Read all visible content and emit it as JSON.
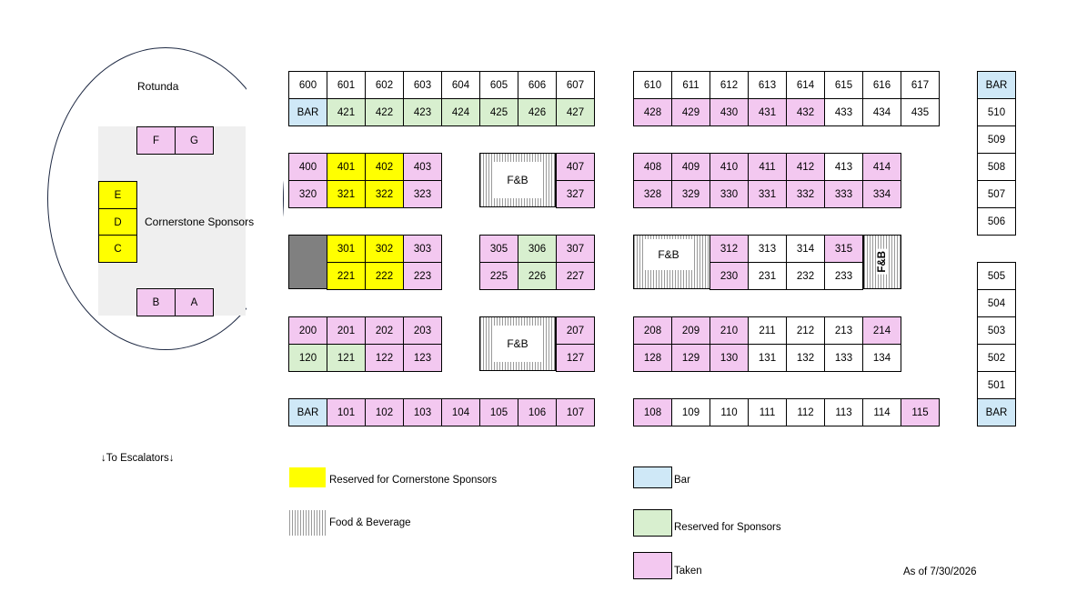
{
  "colors": {
    "taken": "#f3c8f0",
    "sponsor": "#d8efcf",
    "corner": "#ffff00",
    "bar": "#cfe8f7",
    "dark": "#808080"
  },
  "rotunda": {
    "title": "Rotunda",
    "zone_label": "Cornerstone Sponsors",
    "booths": [
      {
        "label": "F",
        "status": "taken"
      },
      {
        "label": "G",
        "status": "taken"
      },
      {
        "label": "E",
        "status": "corner"
      },
      {
        "label": "D",
        "status": "corner"
      },
      {
        "label": "C",
        "status": "corner"
      },
      {
        "label": "B",
        "status": "taken"
      },
      {
        "label": "A",
        "status": "taken"
      }
    ]
  },
  "booths": {
    "row600_left": [
      {
        "label": "600",
        "status": "none"
      },
      {
        "label": "601",
        "status": "none"
      },
      {
        "label": "602",
        "status": "none"
      },
      {
        "label": "603",
        "status": "none"
      },
      {
        "label": "604",
        "status": "none"
      },
      {
        "label": "605",
        "status": "none"
      },
      {
        "label": "606",
        "status": "none"
      },
      {
        "label": "607",
        "status": "none"
      }
    ],
    "row421": [
      {
        "label": "BAR",
        "status": "bar"
      },
      {
        "label": "421",
        "status": "sponsor"
      },
      {
        "label": "422",
        "status": "sponsor"
      },
      {
        "label": "423",
        "status": "sponsor"
      },
      {
        "label": "424",
        "status": "sponsor"
      },
      {
        "label": "425",
        "status": "sponsor"
      },
      {
        "label": "426",
        "status": "sponsor"
      },
      {
        "label": "427",
        "status": "sponsor"
      }
    ],
    "row610": [
      {
        "label": "610",
        "status": "none"
      },
      {
        "label": "611",
        "status": "none"
      },
      {
        "label": "612",
        "status": "none"
      },
      {
        "label": "613",
        "status": "none"
      },
      {
        "label": "614",
        "status": "none"
      },
      {
        "label": "615",
        "status": "none"
      },
      {
        "label": "616",
        "status": "none"
      },
      {
        "label": "617",
        "status": "none"
      }
    ],
    "row428": [
      {
        "label": "428",
        "status": "taken"
      },
      {
        "label": "429",
        "status": "taken"
      },
      {
        "label": "430",
        "status": "taken"
      },
      {
        "label": "431",
        "status": "taken"
      },
      {
        "label": "432",
        "status": "taken"
      },
      {
        "label": "433",
        "status": "none"
      },
      {
        "label": "434",
        "status": "none"
      },
      {
        "label": "435",
        "status": "none"
      }
    ],
    "row400": [
      {
        "label": "400",
        "status": "taken"
      },
      {
        "label": "401",
        "status": "corner"
      },
      {
        "label": "402",
        "status": "corner"
      },
      {
        "label": "403",
        "status": "taken"
      }
    ],
    "row320": [
      {
        "label": "320",
        "status": "taken"
      },
      {
        "label": "321",
        "status": "corner"
      },
      {
        "label": "322",
        "status": "corner"
      },
      {
        "label": "323",
        "status": "taken"
      }
    ],
    "b407": {
      "label": "407",
      "status": "taken"
    },
    "b327": {
      "label": "327",
      "status": "taken"
    },
    "row408": [
      {
        "label": "408",
        "status": "taken"
      },
      {
        "label": "409",
        "status": "taken"
      },
      {
        "label": "410",
        "status": "taken"
      },
      {
        "label": "411",
        "status": "taken"
      },
      {
        "label": "412",
        "status": "taken"
      },
      {
        "label": "413",
        "status": "none"
      },
      {
        "label": "414",
        "status": "taken"
      }
    ],
    "row328": [
      {
        "label": "328",
        "status": "taken"
      },
      {
        "label": "329",
        "status": "taken"
      },
      {
        "label": "330",
        "status": "taken"
      },
      {
        "label": "331",
        "status": "taken"
      },
      {
        "label": "332",
        "status": "taken"
      },
      {
        "label": "333",
        "status": "taken"
      },
      {
        "label": "334",
        "status": "taken"
      }
    ],
    "row301": [
      {
        "label": "301",
        "status": "corner"
      },
      {
        "label": "302",
        "status": "corner"
      },
      {
        "label": "303",
        "status": "taken"
      }
    ],
    "row221": [
      {
        "label": "221",
        "status": "corner"
      },
      {
        "label": "222",
        "status": "corner"
      },
      {
        "label": "223",
        "status": "taken"
      }
    ],
    "row305": [
      {
        "label": "305",
        "status": "taken"
      },
      {
        "label": "306",
        "status": "sponsor"
      },
      {
        "label": "307",
        "status": "taken"
      }
    ],
    "row225": [
      {
        "label": "225",
        "status": "taken"
      },
      {
        "label": "226",
        "status": "sponsor"
      },
      {
        "label": "227",
        "status": "taken"
      }
    ],
    "row312": [
      {
        "label": "312",
        "status": "taken"
      },
      {
        "label": "313",
        "status": "none"
      },
      {
        "label": "314",
        "status": "none"
      },
      {
        "label": "315",
        "status": "taken"
      }
    ],
    "row230": [
      {
        "label": "230",
        "status": "taken"
      },
      {
        "label": "231",
        "status": "none"
      },
      {
        "label": "232",
        "status": "none"
      },
      {
        "label": "233",
        "status": "none"
      }
    ],
    "row200": [
      {
        "label": "200",
        "status": "taken"
      },
      {
        "label": "201",
        "status": "taken"
      },
      {
        "label": "202",
        "status": "taken"
      },
      {
        "label": "203",
        "status": "taken"
      }
    ],
    "row120": [
      {
        "label": "120",
        "status": "sponsor"
      },
      {
        "label": "121",
        "status": "sponsor"
      },
      {
        "label": "122",
        "status": "taken"
      },
      {
        "label": "123",
        "status": "taken"
      }
    ],
    "b207": {
      "label": "207",
      "status": "taken"
    },
    "b127": {
      "label": "127",
      "status": "taken"
    },
    "row208": [
      {
        "label": "208",
        "status": "taken"
      },
      {
        "label": "209",
        "status": "taken"
      },
      {
        "label": "210",
        "status": "taken"
      },
      {
        "label": "211",
        "status": "none"
      },
      {
        "label": "212",
        "status": "none"
      },
      {
        "label": "213",
        "status": "none"
      },
      {
        "label": "214",
        "status": "taken"
      }
    ],
    "row128": [
      {
        "label": "128",
        "status": "taken"
      },
      {
        "label": "129",
        "status": "taken"
      },
      {
        "label": "130",
        "status": "taken"
      },
      {
        "label": "131",
        "status": "none"
      },
      {
        "label": "132",
        "status": "none"
      },
      {
        "label": "133",
        "status": "none"
      },
      {
        "label": "134",
        "status": "none"
      }
    ],
    "row101": [
      {
        "label": "BAR",
        "status": "bar"
      },
      {
        "label": "101",
        "status": "taken"
      },
      {
        "label": "102",
        "status": "taken"
      },
      {
        "label": "103",
        "status": "taken"
      },
      {
        "label": "104",
        "status": "taken"
      },
      {
        "label": "105",
        "status": "taken"
      },
      {
        "label": "106",
        "status": "taken"
      },
      {
        "label": "107",
        "status": "taken"
      }
    ],
    "row108": [
      {
        "label": "108",
        "status": "taken"
      },
      {
        "label": "109",
        "status": "none"
      },
      {
        "label": "110",
        "status": "none"
      },
      {
        "label": "111",
        "status": "none"
      },
      {
        "label": "112",
        "status": "none"
      },
      {
        "label": "113",
        "status": "none"
      },
      {
        "label": "114",
        "status": "none"
      },
      {
        "label": "115",
        "status": "taken"
      }
    ],
    "col_upper": [
      {
        "label": "BAR",
        "status": "bar"
      },
      {
        "label": "510",
        "status": "none"
      },
      {
        "label": "509",
        "status": "none"
      },
      {
        "label": "508",
        "status": "none"
      },
      {
        "label": "507",
        "status": "none"
      },
      {
        "label": "506",
        "status": "none"
      }
    ],
    "col_lower": [
      {
        "label": "505",
        "status": "none"
      },
      {
        "label": "504",
        "status": "none"
      },
      {
        "label": "503",
        "status": "none"
      },
      {
        "label": "502",
        "status": "none"
      },
      {
        "label": "501",
        "status": "none"
      },
      {
        "label": "BAR",
        "status": "bar"
      }
    ]
  },
  "fb_label": "F&B",
  "legend": {
    "corner": "Reserved for Cornerstone Sponsors",
    "fb": "Food & Beverage",
    "bar": "Bar",
    "sponsor": "Reserved for Sponsors",
    "taken": "Taken"
  },
  "escalators": "↓To Escalators↓",
  "as_of": "As of 7/30/2026"
}
